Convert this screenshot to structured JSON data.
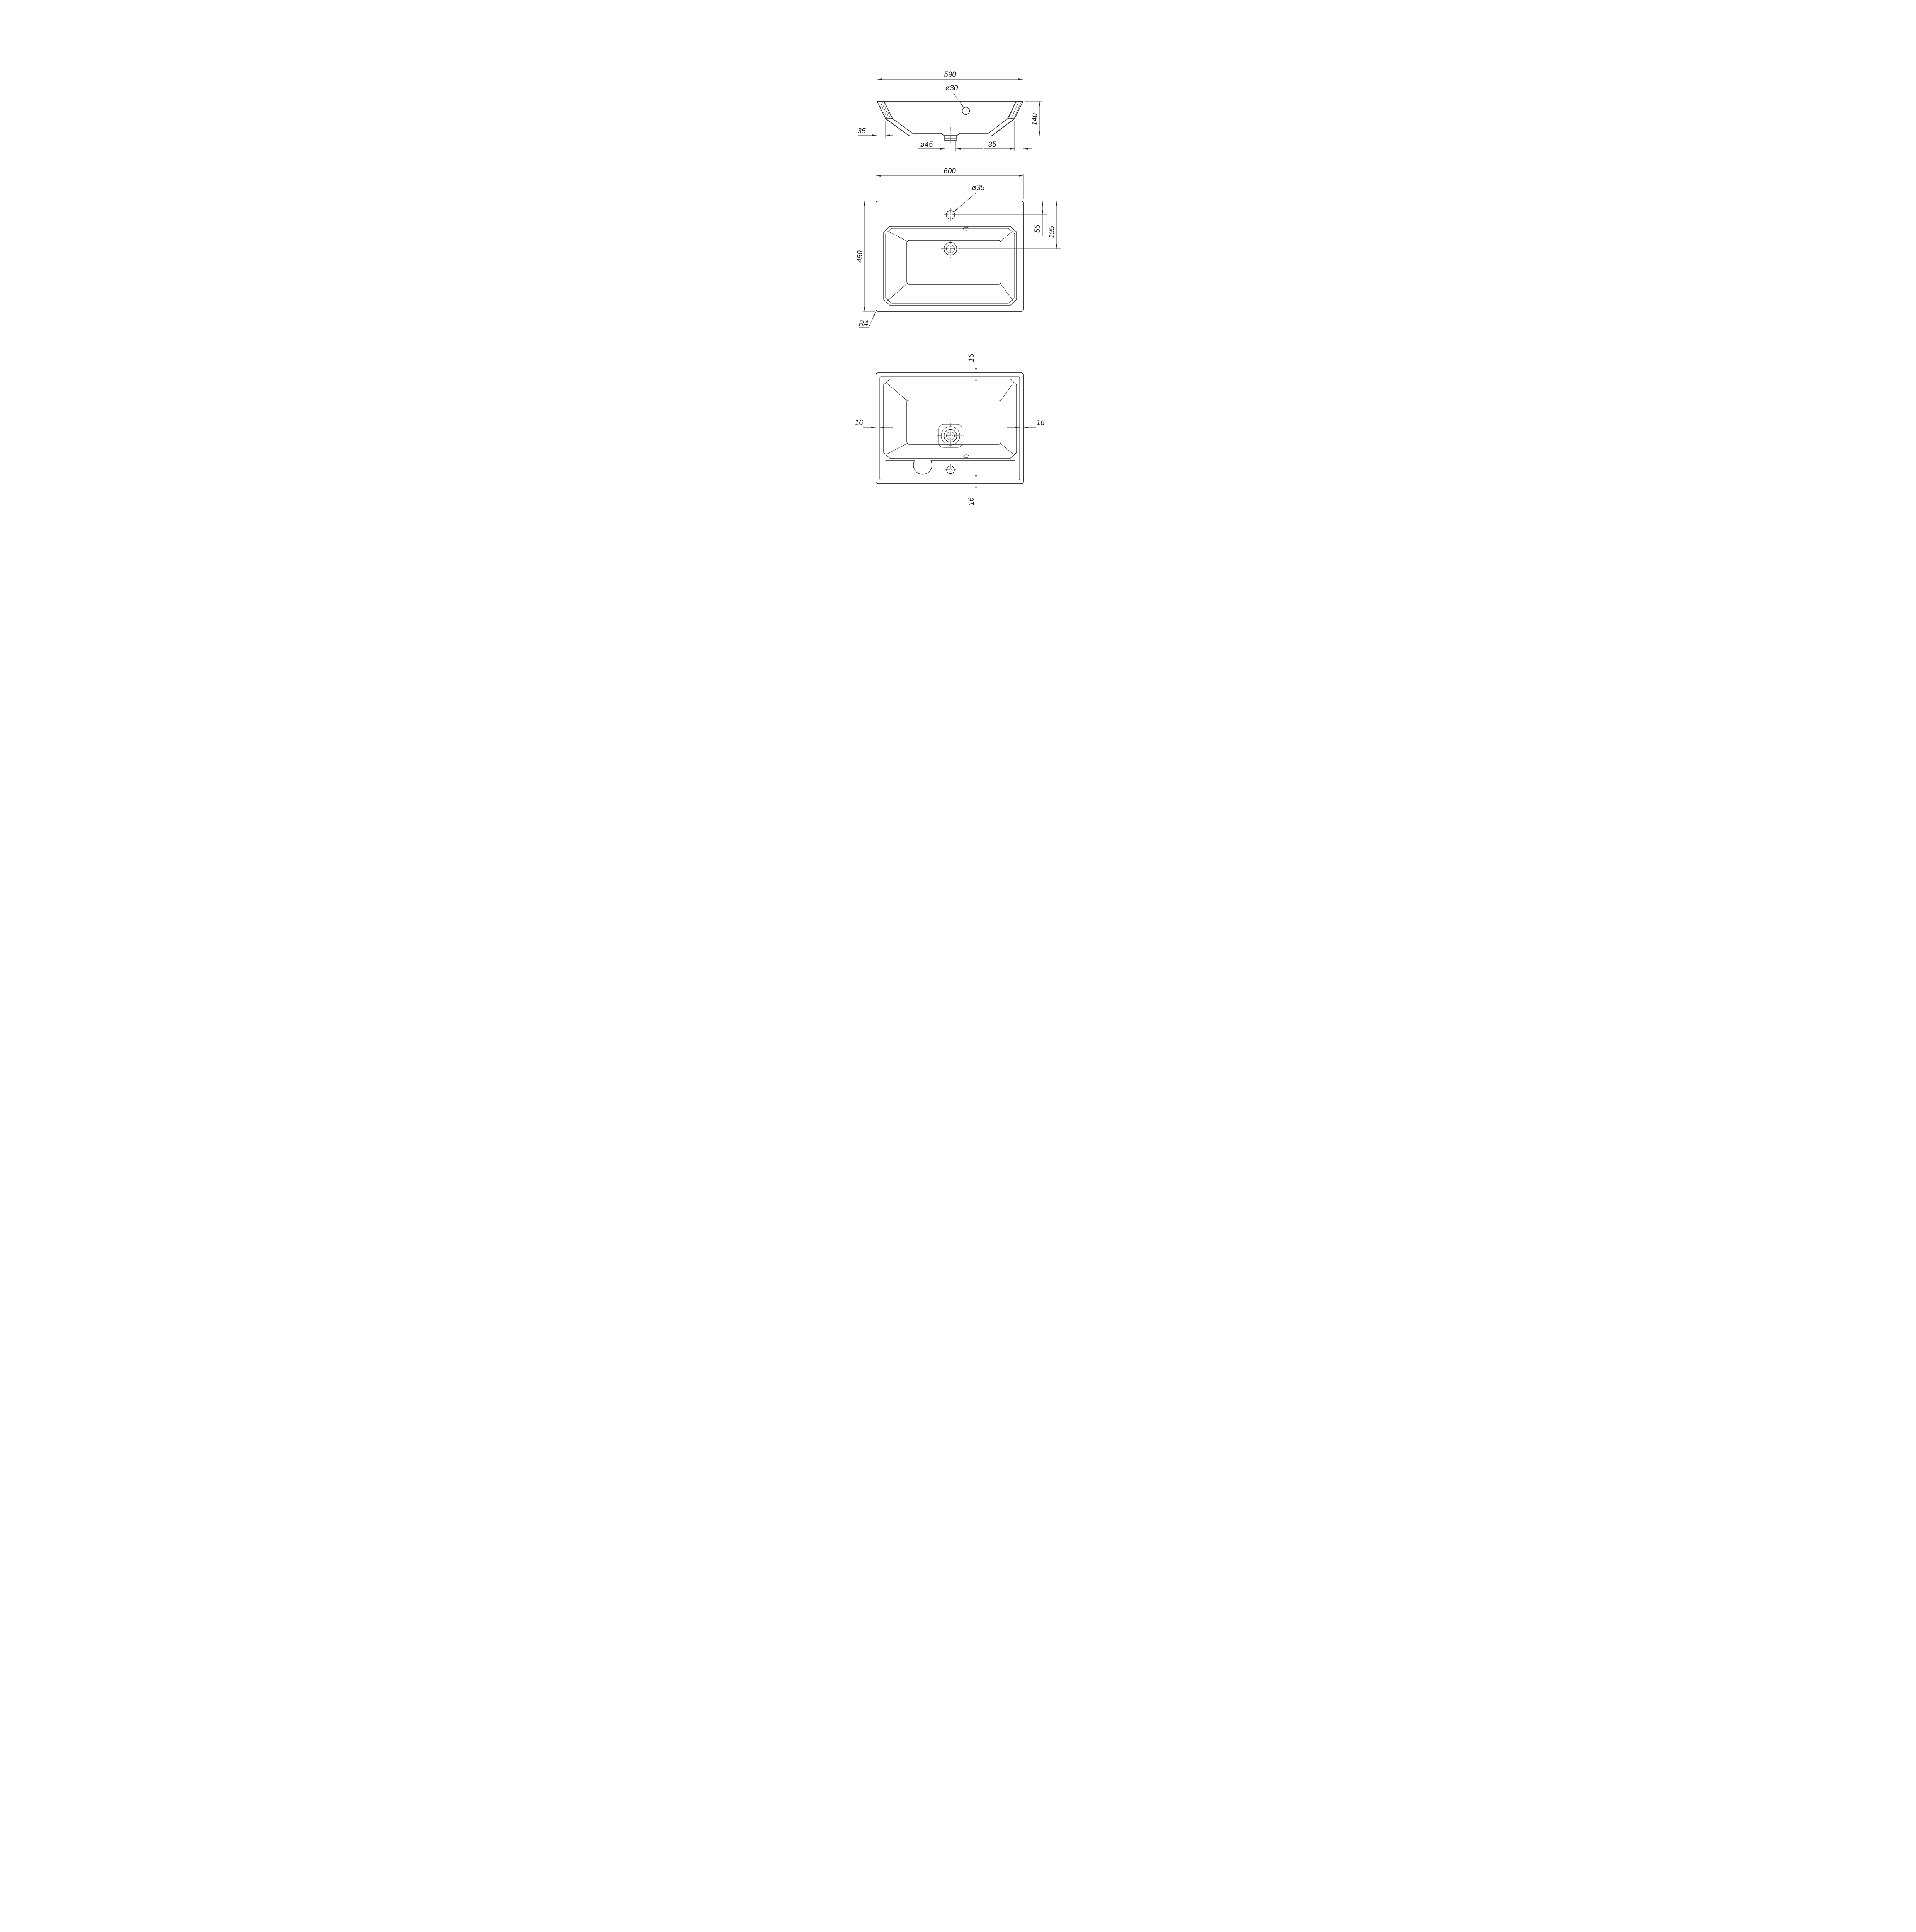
{
  "sheet": {
    "background": "#ffffff",
    "line_color": "#1f1f1f"
  },
  "views": {
    "front": {
      "title": "front-elevation-view",
      "dims": {
        "overall_width": "590",
        "faucet_hole_dia": "ø30",
        "rim_left": "35",
        "drain_dia": "ø45",
        "rim_right": "35",
        "overall_height": "140"
      }
    },
    "plan": {
      "title": "top-plan-view",
      "dims": {
        "overall_width": "600",
        "faucet_hole_dia": "ø35",
        "overall_depth": "450",
        "faucet_offset": "56",
        "drain_offset": "195",
        "corner_radius": "R4"
      }
    },
    "bottom": {
      "title": "bottom-view",
      "dims": {
        "wall_top": "16",
        "wall_left": "16",
        "wall_right": "16",
        "wall_bottom": "16"
      }
    }
  }
}
